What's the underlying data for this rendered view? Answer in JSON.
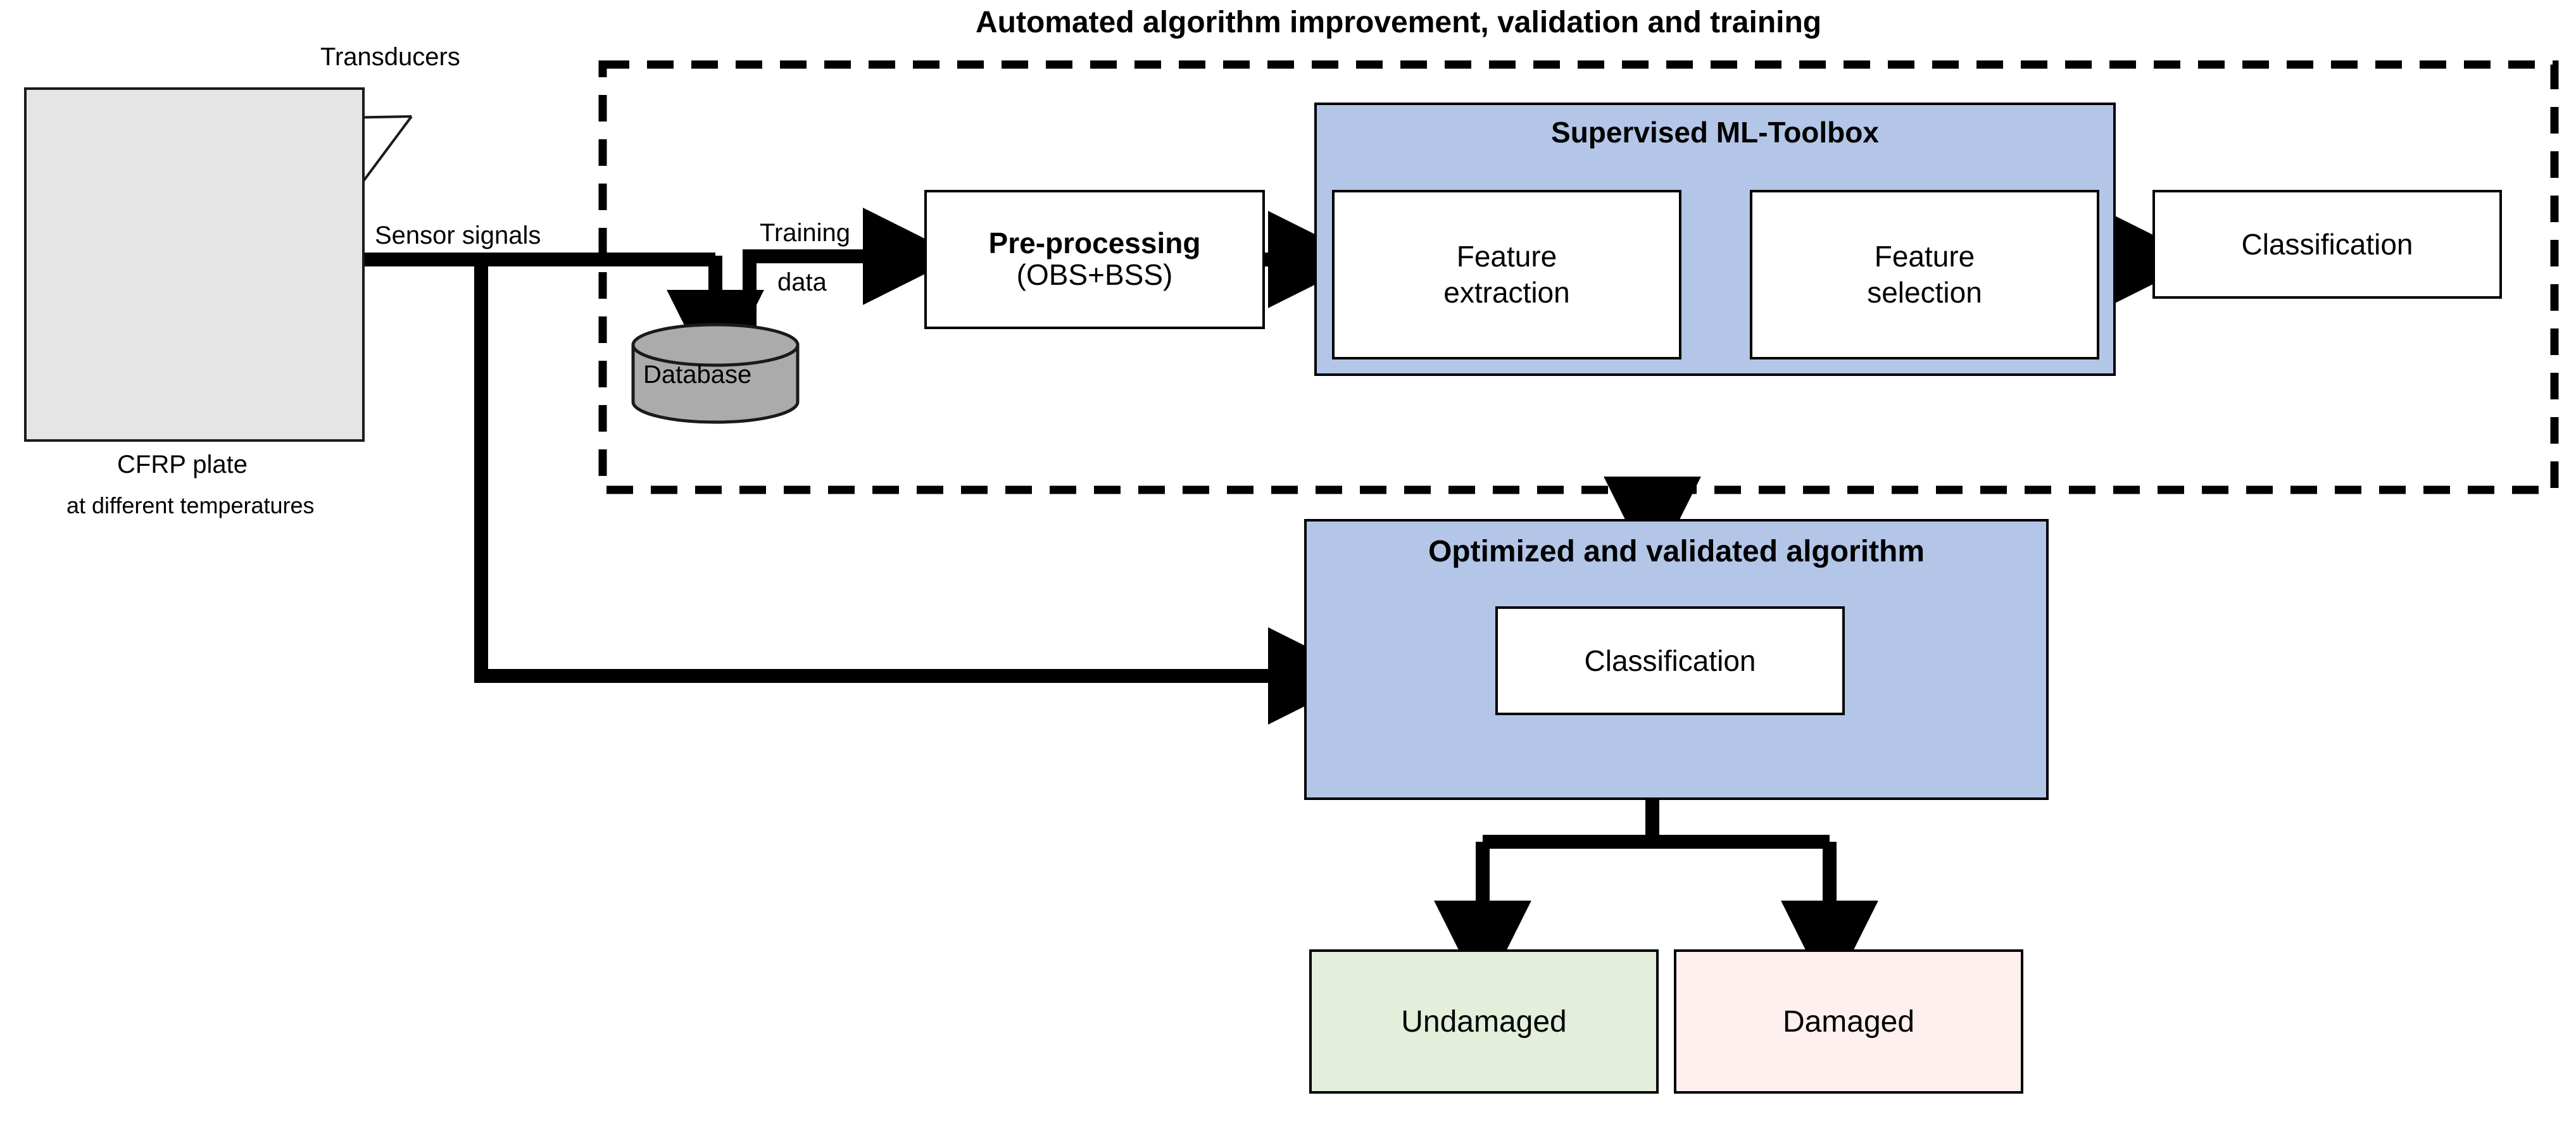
{
  "diagram": {
    "title": "Automated algorithm improvement, validation and training",
    "specimen": {
      "transducers_label": "Transducers",
      "plate_caption_line1": "CFRP plate",
      "plate_caption_line2": "at different temperatures",
      "plate_fill": "#e5e5e5",
      "wave_color": "#4a7ebb"
    },
    "edges": {
      "sensor_signals": "Sensor signals",
      "training_data_line1": "Training",
      "training_data_line2": "data"
    },
    "training_pipeline": {
      "database": "Database",
      "database_fill": "#ababab",
      "preprocessing_line1": "Pre-processing",
      "preprocessing_line2": "(OBS+BSS)",
      "toolbox_title": "Supervised ML-Toolbox",
      "toolbox_fill": "#b3c6e7",
      "feature_extraction_line1": "Feature",
      "feature_extraction_line2": "extraction",
      "feature_selection_line1": "Feature",
      "feature_selection_line2": "selection",
      "classification": "Classification"
    },
    "deployment": {
      "optimized_title": "Optimized and validated algorithm",
      "optimized_fill": "#b3c6e7",
      "classification": "Classification",
      "undamaged": "Undamaged",
      "undamaged_fill": "#e3eedb",
      "damaged": "Damaged",
      "damaged_fill": "#fdf0ef"
    },
    "icons": {
      "transducer_dot": "transducer-dot-icon",
      "sound_wave": "sound-wave-icon",
      "database_cylinder": "database-cylinder-icon",
      "arrow": "arrow-icon"
    }
  }
}
